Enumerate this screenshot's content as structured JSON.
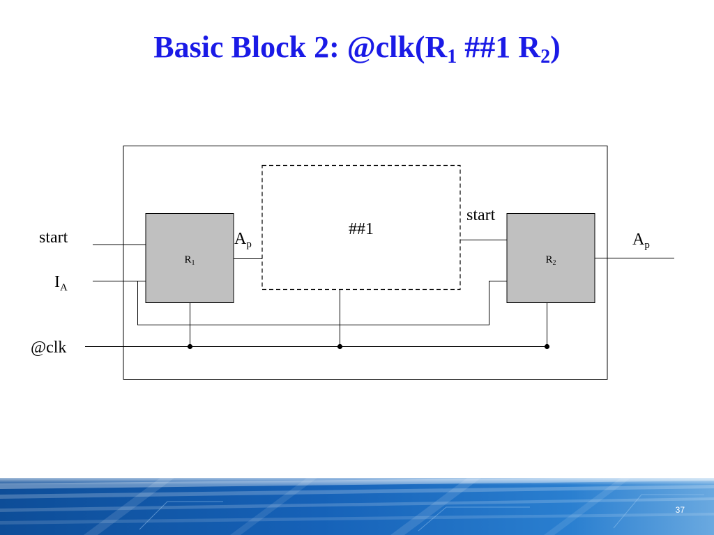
{
  "slide": {
    "title_main": "Basic Block 2: @clk(R",
    "title_sub1": "1",
    "title_mid": " ##1 R",
    "title_sub2": "2",
    "title_end": ")",
    "page_number": "37"
  },
  "diagram": {
    "inputs": {
      "start": "start",
      "ia_base": "I",
      "ia_sub": "A",
      "clk": "@clk"
    },
    "blocks": {
      "r1_base": "R",
      "r1_sub": "1",
      "r2_base": "R",
      "r2_sub": "2",
      "delay": "##1"
    },
    "signals": {
      "ap_base": "A",
      "ap_sub": "p",
      "start2": "start",
      "out_base": "A",
      "out_sub": "p"
    }
  },
  "colors": {
    "title": "#1a1ae6",
    "register_fill": "#c0c0c0",
    "line": "#000000"
  }
}
